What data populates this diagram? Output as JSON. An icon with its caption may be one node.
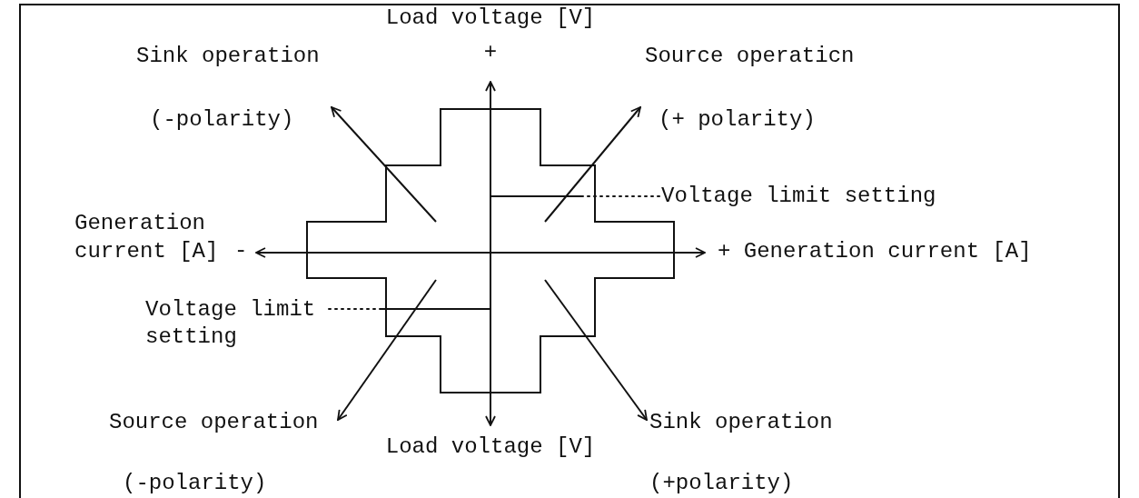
{
  "diagram": {
    "nodes": [
      {
        "text": [
          "Sink operation",
          "(-polarity)"
        ]
      },
      {
        "text": [
          "Source operaticn",
          "(+ polarity)"
        ]
      },
      {
        "text": [
          "Source operation",
          "(-polarity)"
        ]
      },
      {
        "text": [
          "Sink operation",
          "(+polarity)"
        ]
      },
      {
        "text": [
          "Voltage limit setting"
        ]
      },
      {
        "text": [],
        "shape": "bar"
      },
      {
        "text": [
          "Voltage limit setting"
        ]
      },
      {
        "text": [],
        "shape": "bar"
      }
    ],
    "edges": [
      {
        "from": null,
        "to": 0,
        "arrow": "to"
      },
      {
        "from": null,
        "to": 1,
        "arrow": "to"
      },
      {
        "from": null,
        "to": 2,
        "arrow": "to"
      },
      {
        "from": null,
        "to": 3,
        "arrow": "to"
      },
      {
        "from": 4,
        "to": 5,
        "arrow": "none",
        "style": "dashed"
      },
      {
        "from": 6,
        "to": 7,
        "arrow": "none",
        "style": "dashed"
      }
    ],
    "labels": [
      "Load voltage [V]",
      "+",
      "Generation current [A]",
      "-",
      "+ Generation current [A]",
      "Load voltage [V]"
    ]
  }
}
